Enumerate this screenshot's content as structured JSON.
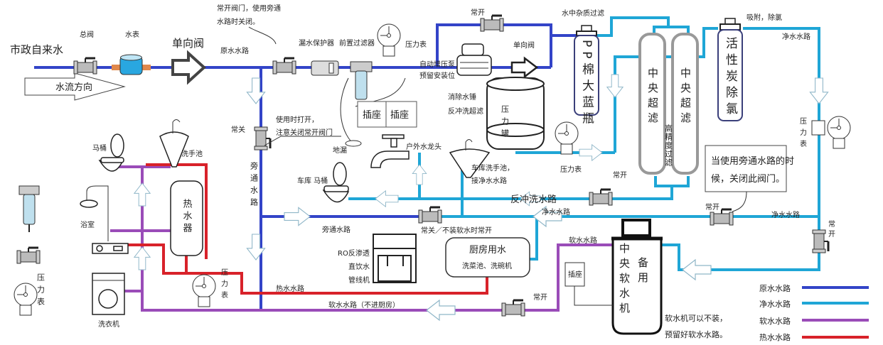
{
  "labels": {
    "municipal_water": "市政自来水",
    "main_valve": "总阀",
    "water_meter": "水表",
    "check_valve_1": "单向阀",
    "flow_direction": "水流方向",
    "raw_line": "原水水路",
    "note_normally_open": "常开阀门，使用旁通",
    "note_normally_open_2": "水路时关闭。",
    "leak_protector": "漏水保护器",
    "pre_filter": "前置过滤器",
    "pressure_gauge": "压力表",
    "normally_open": "常开",
    "booster_pump": "自动增压泵",
    "booster_pump_2": "预留安装位",
    "check_valve_2": "单向阀",
    "impurity_filter": "水中杂质过滤",
    "pp_filter": "PP棉大蓝瓶",
    "uf_1": "中央超滤",
    "uf_2": "中央超滤",
    "high_precision": "高精度过滤",
    "adsorb": "吸附，除氯",
    "carbon_filter": "活性炭除氯",
    "clean_line": "净水水路",
    "pressure_gauge_right": "压力表",
    "socket_1": "插座",
    "socket_2": "插座",
    "water_hammer": "消除水锤",
    "backwash_uf": "反冲洗超滤",
    "pressure_tank": "压力罐",
    "pressure_gauge_tank": "压力表",
    "normally_closed": "常关",
    "open_when_use": "使用时打开，",
    "close_note": "注意关闭常开阀门",
    "floor_drain": "地漏",
    "outdoor_tap": "户外水龙头",
    "garage_sink": "车库洗手池，",
    "garage_sink_2": "接净水水路",
    "garage_toilet": "车库  马桶",
    "backwash_line": "反冲洗水路",
    "normally_open_uf": "常开",
    "bypass_note": "当使用旁通水路的时",
    "bypass_note_2": "候，关闭此阀门。",
    "normally_open_clean": "常开",
    "clean_line_mid": "净水水路",
    "clean_line_right": "净水水路",
    "normally_open_right": "常开",
    "bypass_vertical": "旁通水路",
    "bypass_line": "旁通水路",
    "closed_no_softener": "常关／不装软水时常开",
    "toilet": "马桶",
    "wash_basin": "洗手池",
    "heater": "热水器",
    "bathroom": "浴室",
    "washing_machine": "洗衣机",
    "pressure_gauge_soft": "压力表",
    "ro_1": "RO反渗透",
    "ro_2": "直饮水",
    "ro_3": "管线机",
    "kitchen": "厨房用水",
    "kitchen_sub": "洗菜池、洗碗机",
    "soft_line": "软水水路",
    "hot_line": "热水水路",
    "soft_line_no_kitchen": "软水水路（不进厨房）",
    "normally_open_soft": "常开",
    "socket_3": "插座",
    "softener_1": "中央软水机",
    "softener_2": "备用",
    "softener_note": "软水机可以不装，",
    "softener_note_2": "预留好软水水路。",
    "legend_pressure": "压力表"
  },
  "legend": [
    {
      "label": "原水水路",
      "color": "#3344c8"
    },
    {
      "label": "净水水路",
      "color": "#1fa6d6"
    },
    {
      "label": "软水水路",
      "color": "#9a4cb8"
    },
    {
      "label": "热水水路",
      "color": "#d8222a"
    }
  ]
}
